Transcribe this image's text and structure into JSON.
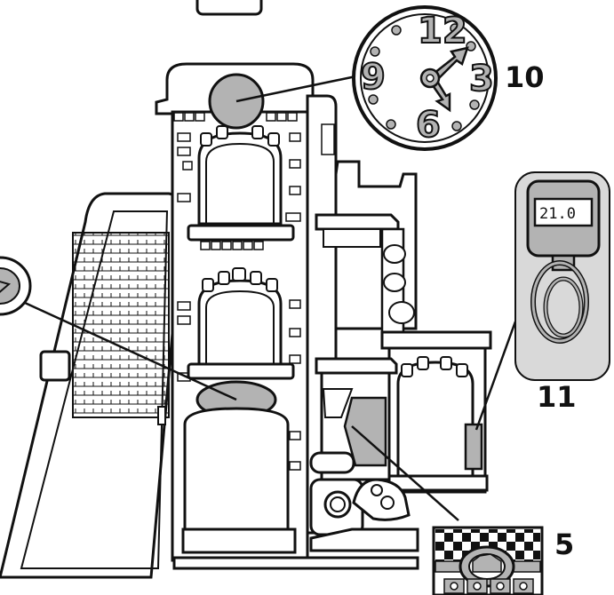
{
  "callouts": {
    "clock_number": "10",
    "gas_pump_number": "11",
    "car_wash_number": "5"
  },
  "clock": {
    "numerals": [
      "12",
      "3",
      "6",
      "9"
    ]
  },
  "gas_pump": {
    "display_digits": "21.0"
  },
  "colors": {
    "ink": "#111111",
    "highlight_gray": "#b3b3b3",
    "panel_gray": "#d9d9d9",
    "background": "#ffffff"
  }
}
